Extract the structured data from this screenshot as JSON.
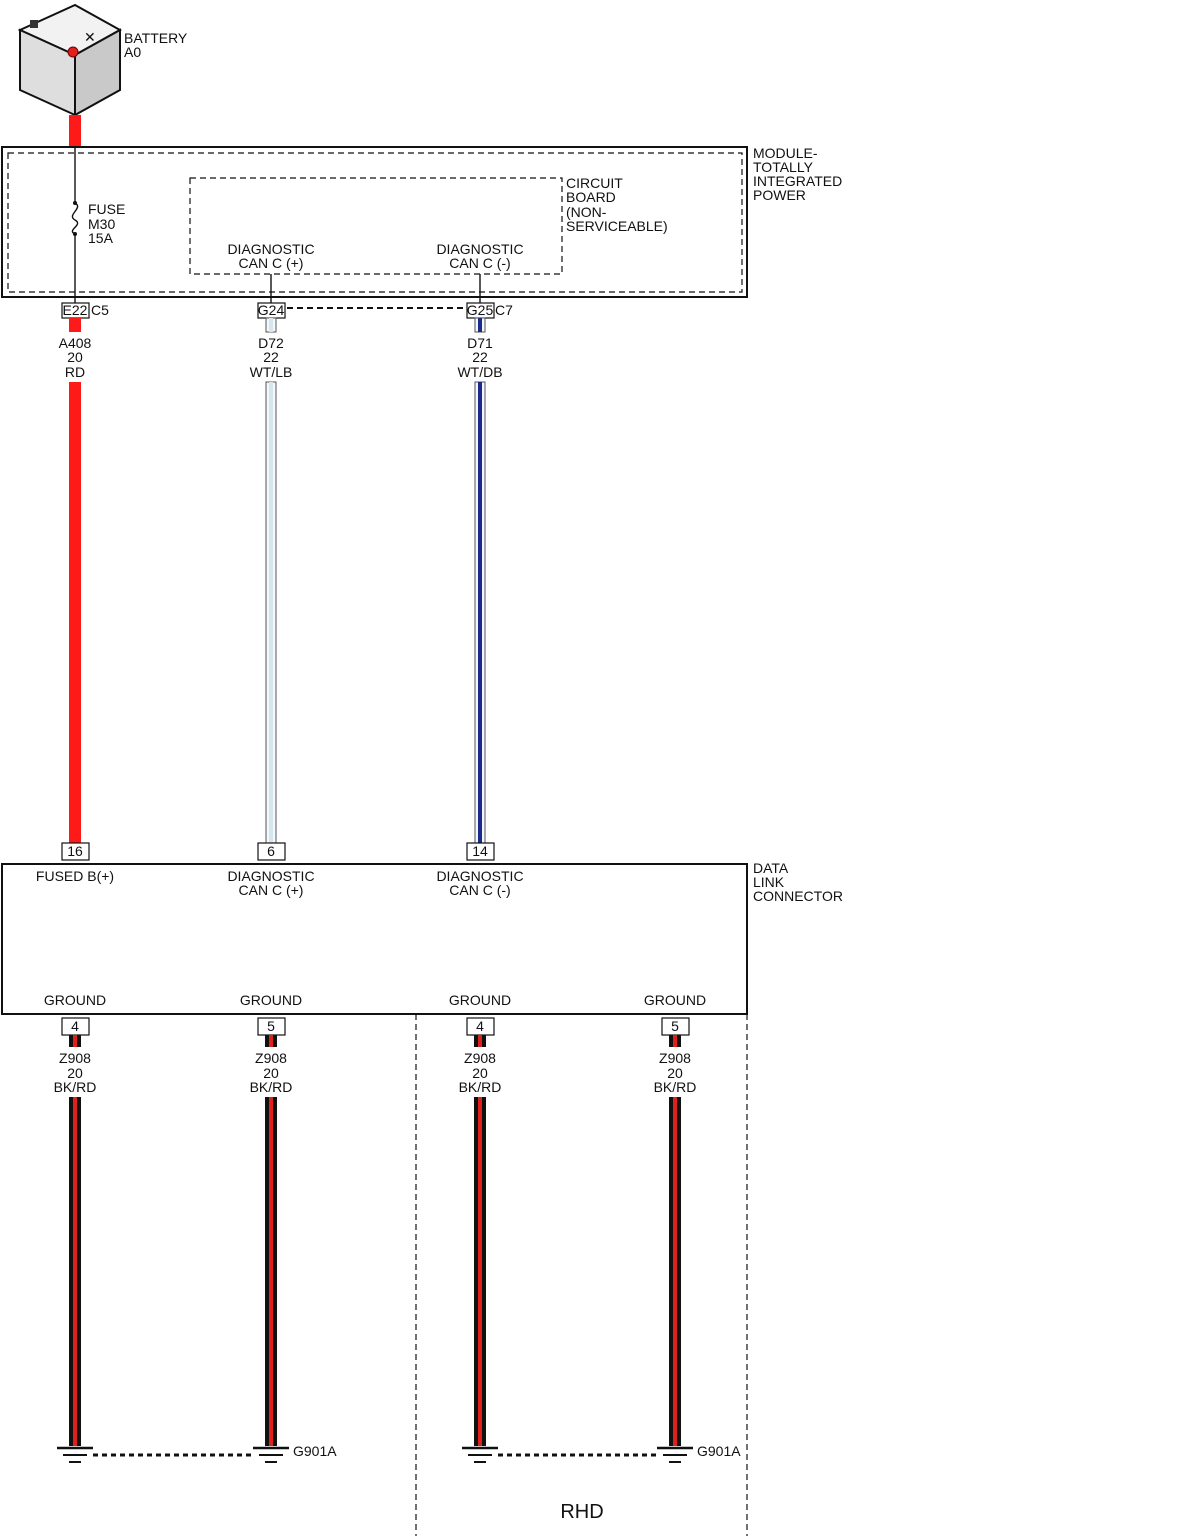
{
  "battery": {
    "name": "BATTERY",
    "id": "A0"
  },
  "module": {
    "lines": [
      "MODULE-",
      "TOTALLY",
      "INTEGRATED",
      "POWER"
    ]
  },
  "circuit_board": {
    "lines": [
      "CIRCUIT",
      "BOARD",
      "(NON-",
      "SERVICEABLE)"
    ]
  },
  "fuse": {
    "lines": [
      "FUSE",
      "M30",
      "15A"
    ]
  },
  "module_pins": {
    "can_plus": {
      "l1": "DIAGNOSTIC",
      "l2": "CAN C (+)"
    },
    "can_minus": {
      "l1": "DIAGNOSTIC",
      "l2": "CAN C (-)"
    }
  },
  "connectors_top": {
    "e22": "E22",
    "c5": "C5",
    "g24": "G24",
    "g25": "G25",
    "c7": "C7"
  },
  "wires_top": [
    {
      "circuit": "A408",
      "gauge": "20",
      "color_code": "RD",
      "primary": "#ff1a1a",
      "stripe": ""
    },
    {
      "circuit": "D72",
      "gauge": "22",
      "color_code": "WT/LB",
      "primary": "#f4f8fa",
      "stripe": "#d6e6ee"
    },
    {
      "circuit": "D71",
      "gauge": "22",
      "color_code": "WT/DB",
      "primary": "#f4f8fa",
      "stripe": "#1a2a8c"
    }
  ],
  "dlc": {
    "lines": [
      "DATA",
      "LINK",
      "CONNECTOR"
    ],
    "pins_top": [
      "16",
      "6",
      "14"
    ],
    "pin_labels": {
      "fused": "FUSED B(+)",
      "can_plus_l1": "DIAGNOSTIC",
      "can_plus_l2": "CAN C (+)",
      "can_minus_l1": "DIAGNOSTIC",
      "can_minus_l2": "CAN C (-)"
    },
    "ground_label": "GROUND",
    "pins_bottom": [
      "4",
      "5",
      "4",
      "5"
    ]
  },
  "ground_wire": {
    "circuit": "Z908",
    "gauge": "20",
    "color_code": "BK/RD",
    "primary": "#111111",
    "stripe": "#e0201b"
  },
  "ground_point": "G901A",
  "rhd_label": "RHD",
  "colors": {
    "red_wire": "#ff1a1a",
    "line": "#111111"
  }
}
